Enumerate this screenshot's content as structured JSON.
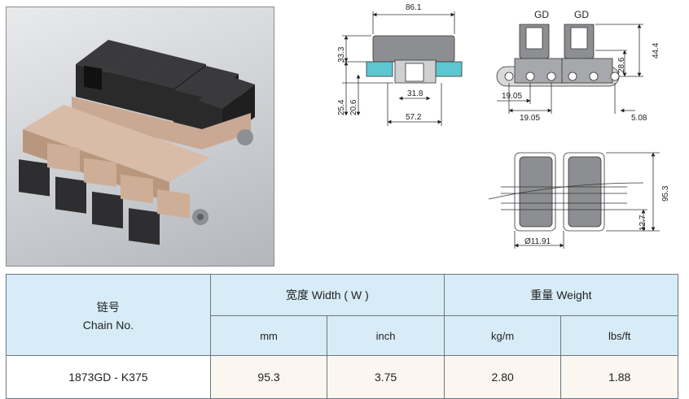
{
  "front_view": {
    "width_label": "86.1",
    "h1_label": "33.3",
    "h2_label": "25.4",
    "h3_label": "20.6",
    "inner_label": "31.8",
    "base_label": "57.2"
  },
  "side_view": {
    "gd_left": "GD",
    "gd_right": "GD",
    "h_label": "44.4",
    "h2_label": "28.6",
    "pitch1": "19.05",
    "pitch2": "19.05",
    "offset": "5.08"
  },
  "top_view": {
    "width_label": "95.3",
    "pin_offset": "12.7",
    "pin_dia": "Ø11.91"
  },
  "table": {
    "chain_no_cn": "链号",
    "chain_no_en": "Chain No.",
    "width_header": "宽度 Width ( W )",
    "weight_header": "重量 Weight",
    "unit_mm": "mm",
    "unit_inch": "inch",
    "unit_kgm": "kg/m",
    "unit_lbsft": "lbs/ft",
    "rows": [
      {
        "chain_no": "1873GD - K375",
        "mm": "95.3",
        "inch": "3.75",
        "kgm": "2.80",
        "lbsft": "1.88"
      }
    ]
  },
  "colors": {
    "header_bg": "#d7ecf7",
    "row_bg": "#fbf6ef",
    "accent_cyan": "#5cc7d1"
  }
}
